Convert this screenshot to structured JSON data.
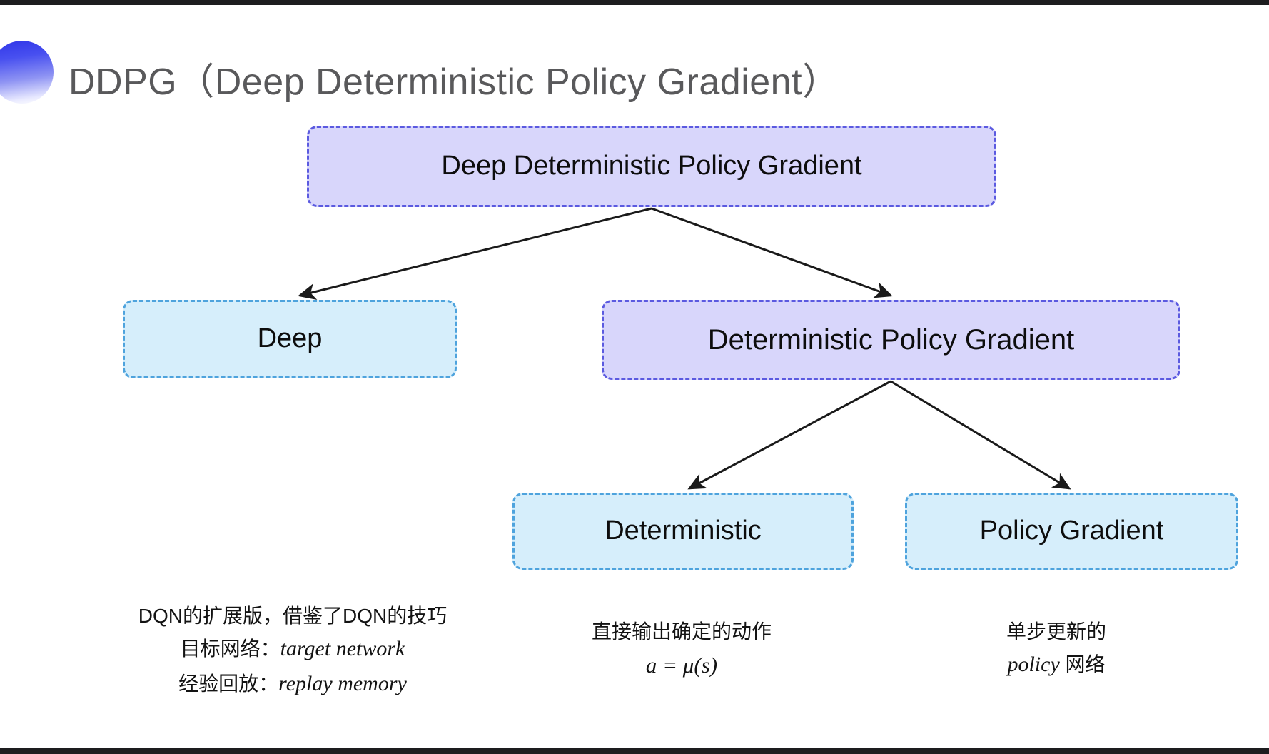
{
  "slide": {
    "title": "DDPG（Deep Deterministic Policy Gradient）",
    "background_color": "#ffffff",
    "accent_color": "#3b41ea"
  },
  "decor": {
    "shape_name": "gradient-half-circle",
    "gradient_from": "#2f35e8",
    "gradient_to": "#ffffff"
  },
  "diagram": {
    "type": "tree",
    "nodes": [
      {
        "id": "root",
        "label": "Deep Deterministic Policy Gradient",
        "fill": "#d8d6fb",
        "border": "#5b5ae0",
        "level": 0
      },
      {
        "id": "deep",
        "label": "Deep",
        "fill": "#d6eefb",
        "border": "#4ea3dd",
        "level": 1
      },
      {
        "id": "dpg",
        "label": "Deterministic Policy Gradient",
        "fill": "#d8d6fb",
        "border": "#5b5ae0",
        "level": 1
      },
      {
        "id": "deterministic",
        "label": "Deterministic",
        "fill": "#d6eefb",
        "border": "#4ea3dd",
        "level": 2
      },
      {
        "id": "policy_gradient",
        "label": "Policy Gradient",
        "fill": "#d6eefb",
        "border": "#4ea3dd",
        "level": 2
      }
    ],
    "edges": [
      {
        "from": "root",
        "to": "deep"
      },
      {
        "from": "root",
        "to": "dpg"
      },
      {
        "from": "dpg",
        "to": "deterministic"
      },
      {
        "from": "dpg",
        "to": "policy_gradient"
      }
    ],
    "edge_color": "#1a1a1a"
  },
  "annotations": {
    "deep": {
      "line1": "DQN的扩展版，借鉴了DQN的技巧",
      "line2_label": "目标网络：",
      "line2_term": "target network",
      "line3_label": "经验回放：",
      "line3_term": "replay memory"
    },
    "deterministic": {
      "line1": "直接输出确定的动作",
      "formula": "a = μ(s)"
    },
    "policy_gradient": {
      "line1": "单步更新的",
      "line2_term": "policy",
      "line2_suffix": " 网络"
    }
  }
}
